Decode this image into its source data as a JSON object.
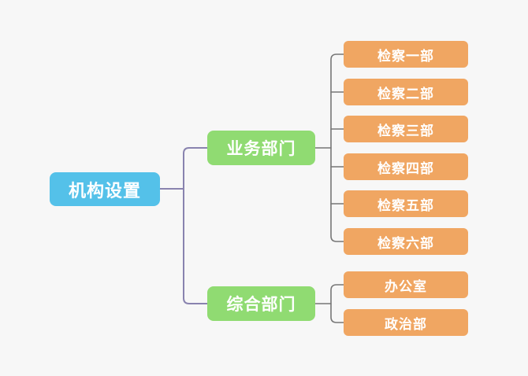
{
  "diagram": {
    "type": "mindmap",
    "root": {
      "label": "机构设置"
    },
    "branches": [
      {
        "label": "业务部门",
        "children": [
          {
            "label": "检察一部"
          },
          {
            "label": "检察二部"
          },
          {
            "label": "检察三部"
          },
          {
            "label": "检察四部"
          },
          {
            "label": "检察五部"
          },
          {
            "label": "检察六部"
          }
        ]
      },
      {
        "label": "综合部门",
        "children": [
          {
            "label": "办公室"
          },
          {
            "label": "政治部"
          }
        ]
      }
    ],
    "colors": {
      "background": "#f7f7f7",
      "root_node": "#54c1e9",
      "branch_node": "#90db72",
      "leaf_node": "#f0a662",
      "text": "#ffffff",
      "root_link": "#8983af",
      "branch_link": "#777777"
    }
  }
}
